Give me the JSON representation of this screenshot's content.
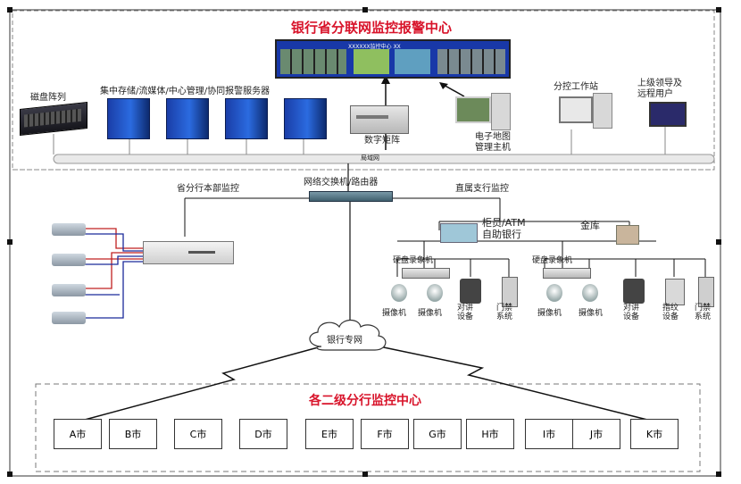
{
  "title": "银行省分联网监控报警中心",
  "screen_text": "XXXXXX监控中心 XX",
  "top": {
    "disk_array": "磁盘阵列",
    "servers": "集中存储/流媒体/中心管理/协同报警服务器",
    "matrix": "数字矩阵",
    "emap": [
      "电子地图",
      "管理主机"
    ],
    "workstation": "分控工作站",
    "leaders": [
      "上级领导及",
      "远程用户"
    ],
    "lan": "局域网"
  },
  "middle": {
    "switch": "网络交换机/路由器",
    "hq_monitor": "省分行本部监控",
    "branch_monitor": "直属支行监控",
    "teller": [
      "柜员/ATM",
      "自助银行"
    ],
    "vault": "金库",
    "dvr_left": "硬盘录象机",
    "dvr_right": "硬盘录象机",
    "devices_left": [
      {
        "label": [
          "摄像机"
        ]
      },
      {
        "label": [
          "摄像机"
        ]
      },
      {
        "label": [
          "对讲",
          "设备"
        ]
      },
      {
        "label": [
          "门禁",
          "系统"
        ]
      }
    ],
    "devices_right": [
      {
        "label": [
          "摄像机"
        ]
      },
      {
        "label": [
          "摄像机"
        ]
      },
      {
        "label": [
          "对讲",
          "设备"
        ]
      },
      {
        "label": [
          "指纹",
          "设备"
        ]
      },
      {
        "label": [
          "门禁",
          "系统"
        ]
      }
    ]
  },
  "network": {
    "cloud": "银行专网"
  },
  "bottom": {
    "title": "各二级分行监控中心",
    "cities": [
      "A市",
      "B市",
      "C市",
      "D市",
      "E市",
      "F市",
      "G市",
      "H市",
      "I市",
      "J市",
      "K市"
    ]
  }
}
